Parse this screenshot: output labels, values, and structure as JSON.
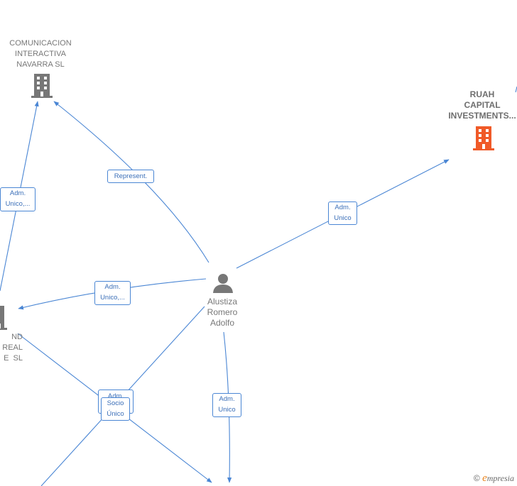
{
  "nodes": {
    "comunicacion": {
      "lines": [
        "COMUNICACION",
        "INTERACTIVA",
        "NAVARRA SL"
      ],
      "icon": "building-icon",
      "color": "#777777"
    },
    "ruah": {
      "lines": [
        "RUAH",
        "CAPITAL",
        "INVESTMENTS..."
      ],
      "icon": "building-icon",
      "color": "#f05a28"
    },
    "left_company": {
      "lines": [
        "ND",
        "REAL",
        "E  SL"
      ],
      "icon": "building-icon",
      "color": "#777777"
    },
    "person": {
      "lines": [
        "Alustiza",
        "Romero",
        "Adolfo"
      ],
      "icon": "person-icon",
      "color": "#777777"
    }
  },
  "edge_labels": {
    "represent": [
      "Represent."
    ],
    "adm_unico_left_top": [
      "Adm.",
      "Unico,..."
    ],
    "adm_unico_ruah": [
      "Adm.",
      "Unico"
    ],
    "adm_unico_left_mid": [
      "Adm.",
      "Unico,..."
    ],
    "adm_hidden": [
      "Adm."
    ],
    "socio_unico": [
      "Socio",
      "Único"
    ],
    "adm_unico_bottom": [
      "Adm.",
      "Unico"
    ]
  },
  "footer": {
    "copyright": "©",
    "brand_initial": "e",
    "brand_rest": "mpresia"
  },
  "colors": {
    "edge": "#4a86d4",
    "building_grey": "#777777",
    "building_highlight": "#f05a28"
  }
}
